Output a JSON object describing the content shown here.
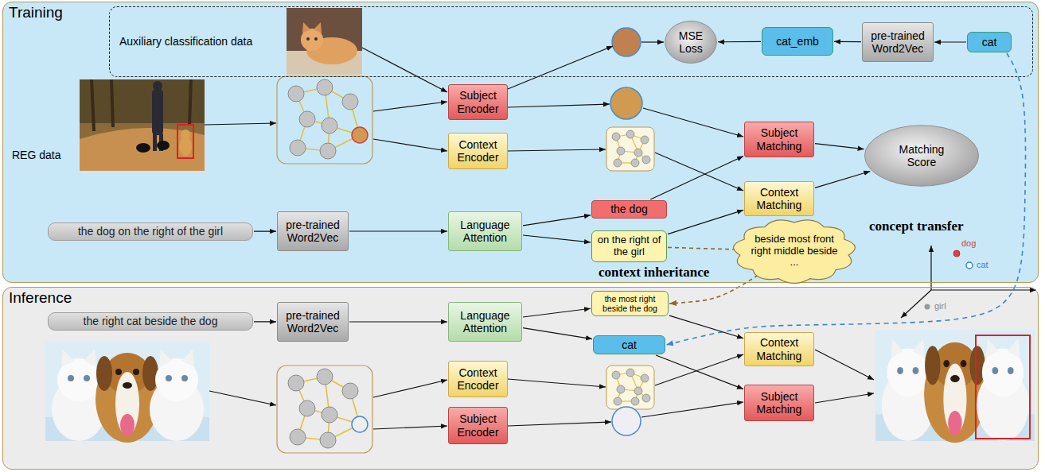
{
  "diagram": {
    "nodes": [
      {
        "text": [
          "Training"
        ]
      },
      {
        "text": [
          "Auxiliary classification data"
        ],
        "in": 0
      },
      {
        "text": [
          "MSE Loss"
        ],
        "in": 1
      },
      {
        "text": [
          "cat_emb"
        ],
        "in": 1
      },
      {
        "text": [
          "pre-trained Word2Vec"
        ],
        "in": 1
      },
      {
        "text": [
          "cat"
        ],
        "in": 1
      },
      {
        "text": [
          "Subject Encoder"
        ],
        "in": 0
      },
      {
        "text": [
          "Context Encoder"
        ],
        "in": 0
      },
      {
        "text": [
          "the dog on the right of the girl"
        ],
        "in": 0
      },
      {
        "text": [
          "pre-trained Word2Vec"
        ],
        "in": 0
      },
      {
        "text": [
          "Language Attention"
        ],
        "in": 0
      },
      {
        "text": [
          "the dog"
        ],
        "in": 0
      },
      {
        "text": [
          "on the right of the girl"
        ],
        "in": 0
      },
      {
        "text": [
          "Subject Matching"
        ],
        "in": 0
      },
      {
        "text": [
          "Context Matching"
        ],
        "in": 0
      },
      {
        "text": [
          "Matching Score"
        ],
        "in": 0
      },
      {
        "text": [
          "beside most front right middle beside ..."
        ],
        "in": 0
      },
      {
        "text": [
          "Inference"
        ]
      },
      {
        "text": [
          "the right cat beside the dog"
        ],
        "in": 17
      },
      {
        "text": [
          "pre-trained Word2Vec"
        ],
        "in": 17
      },
      {
        "text": [
          "Language Attention"
        ],
        "in": 17
      },
      {
        "text": [
          "the most right beside the dog"
        ],
        "in": 17
      },
      {
        "text": [
          "cat"
        ],
        "in": 17
      },
      {
        "text": [
          "Context Encoder"
        ],
        "in": 17
      },
      {
        "text": [
          "Subject Encoder"
        ],
        "in": 17
      },
      {
        "text": [
          "Context Matching"
        ],
        "in": 17
      },
      {
        "text": [
          "Subject Matching"
        ],
        "in": 17
      }
    ],
    "edges": [
      {
        "from": 5,
        "to": 4,
        "arrow": "to"
      },
      {
        "from": 4,
        "to": 3,
        "arrow": "to"
      },
      {
        "from": 3,
        "to": 2,
        "arrow": "to"
      },
      {
        "from": 8,
        "to": 9,
        "arrow": "to"
      },
      {
        "from": 9,
        "to": 10,
        "arrow": "to"
      },
      {
        "from": 10,
        "to": 11,
        "arrow": "to"
      },
      {
        "from": 10,
        "to": 12,
        "arrow": "to"
      },
      {
        "from": 11,
        "to": 13,
        "arrow": "to"
      },
      {
        "from": 12,
        "to": 14,
        "arrow": "to"
      },
      {
        "from": 13,
        "to": 15,
        "arrow": "to"
      },
      {
        "from": 14,
        "to": 15,
        "arrow": "to"
      },
      {
        "from": 12,
        "to": 16,
        "arrow": "none"
      },
      {
        "from": 16,
        "to": 21,
        "arrow": "to"
      },
      {
        "from": 5,
        "to": 22,
        "arrow": "to"
      },
      {
        "from": 18,
        "to": 19,
        "arrow": "to"
      },
      {
        "from": 19,
        "to": 20,
        "arrow": "to"
      },
      {
        "from": 20,
        "to": 21,
        "arrow": "to"
      },
      {
        "from": 20,
        "to": 22,
        "arrow": "to"
      },
      {
        "from": 21,
        "to": 25,
        "arrow": "to"
      },
      {
        "from": 22,
        "to": 26,
        "arrow": "to"
      }
    ],
    "labels": [
      "REG data",
      "context inheritance",
      "concept transfer",
      "dog",
      "cat",
      "girl"
    ]
  }
}
